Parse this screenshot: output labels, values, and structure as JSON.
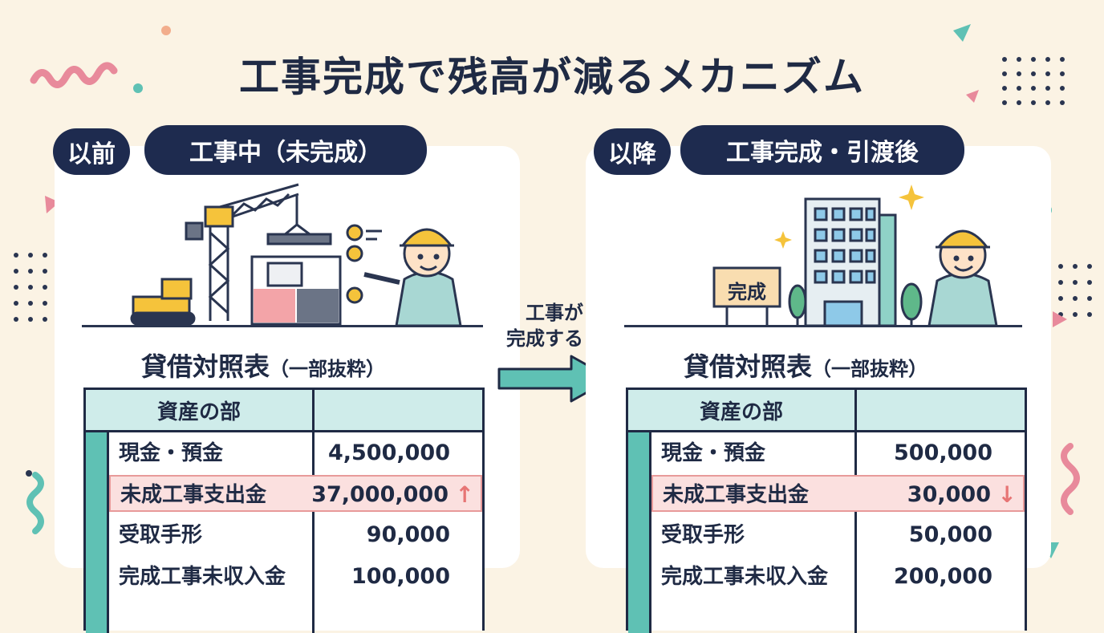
{
  "title": "工事完成で残高が減るメカニズム",
  "before": {
    "tag": "以前",
    "stage": "工事中（未完成）",
    "sheet_title": "貸借対照表",
    "sheet_subtitle": "（一部抜粋）",
    "table_header": "資産の部",
    "rows": [
      {
        "label": "現金・預金",
        "value": "4,500,000"
      },
      {
        "label": "未成工事支出金",
        "value": "37,000,000",
        "arrow": "↑"
      },
      {
        "label": "受取手形",
        "value": "90,000"
      },
      {
        "label": "完成工事未収入金",
        "value": "100,000"
      }
    ]
  },
  "after": {
    "tag": "以降",
    "stage": "工事完成・引渡後",
    "sign": "完成",
    "sheet_title": "貸借対照表",
    "sheet_subtitle": "（一部抜粋）",
    "table_header": "資産の部",
    "rows": [
      {
        "label": "現金・預金",
        "value": "500,000"
      },
      {
        "label": "未成工事支出金",
        "value": "30,000",
        "arrow": "↓"
      },
      {
        "label": "受取手形",
        "value": "50,000"
      },
      {
        "label": "完成工事未収入金",
        "value": "200,000"
      }
    ]
  },
  "transition": {
    "line1": "工事が",
    "line2": "完成すると"
  },
  "colors": {
    "navy": "#1e2b4f",
    "teal": "#5fc1b4",
    "highlight": "#fbe0df",
    "accent_red": "#e77575"
  }
}
